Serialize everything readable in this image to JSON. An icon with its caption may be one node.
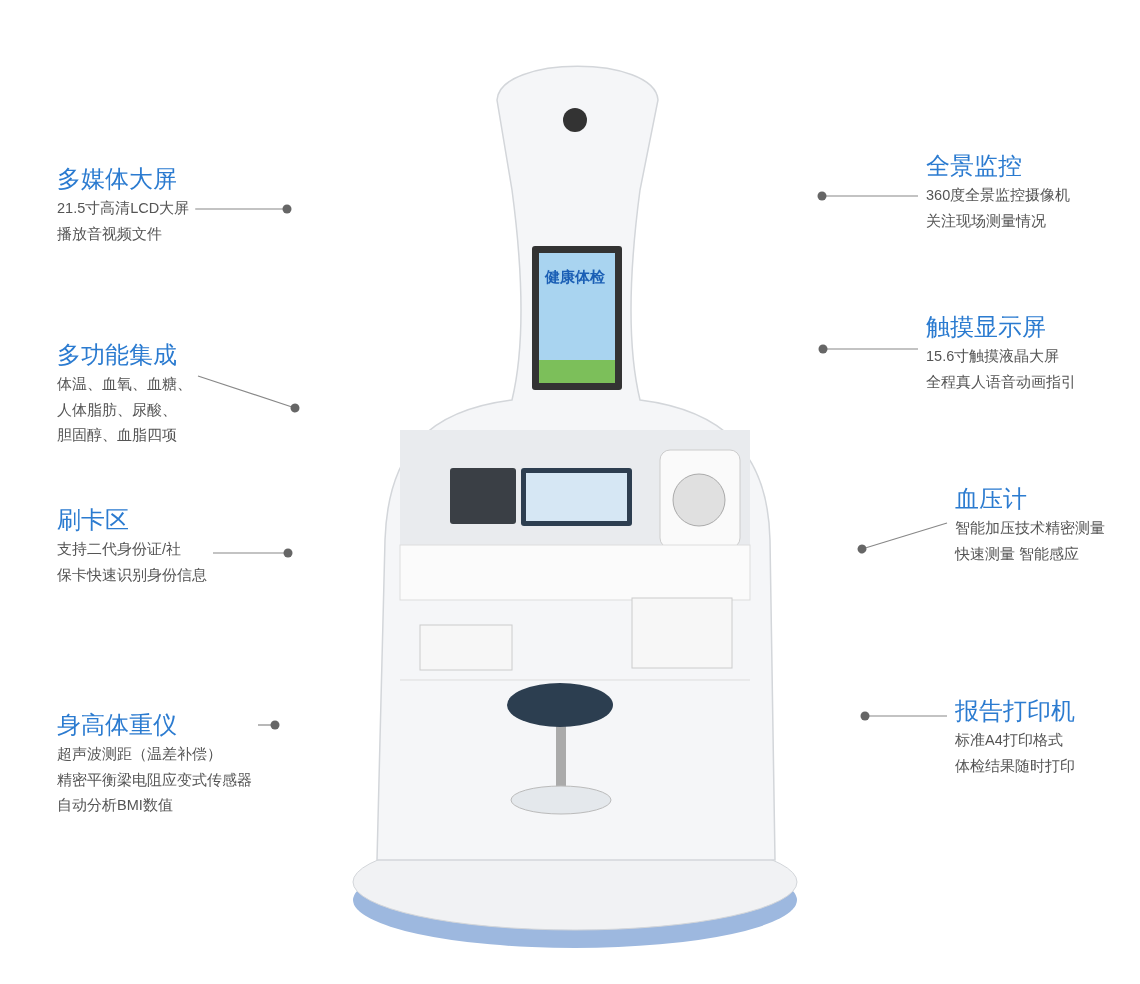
{
  "diagram": {
    "nodes": [
      {
        "text": [
          "多媒体大屏",
          "21.5寸高清LCD大屏",
          "播放音视频文件"
        ]
      },
      {
        "text": [
          "多功能集成",
          "体温、血氧、血糖、",
          "人体脂肪、尿酸、",
          "胆固醇、血脂四项"
        ]
      },
      {
        "text": [
          "刷卡区",
          "支持二代身份证/社",
          "保卡快速识别身份信息"
        ]
      },
      {
        "text": [
          "身高体重仪",
          "超声波测距（温差补偿）",
          "精密平衡梁电阻应变式传感器",
          "自动分析BMI数值"
        ]
      },
      {
        "text": [
          "全景监控",
          "360度全景监控摄像机",
          "关注现场测量情况"
        ]
      },
      {
        "text": [
          "触摸显示屏",
          "15.6寸触摸液晶大屏",
          "全程真人语音动画指引"
        ]
      },
      {
        "text": [
          "血压计",
          "智能加压技术精密测量",
          "快速测量 智能感应"
        ]
      },
      {
        "text": [
          "报告打印机",
          "标准A4打印格式",
          "体检结果随时打印"
        ]
      }
    ],
    "edges": [
      {
        "from": 0,
        "to": null,
        "arrow": "other"
      },
      {
        "from": 1,
        "to": null,
        "arrow": "other"
      },
      {
        "from": 2,
        "to": null,
        "arrow": "other"
      },
      {
        "from": 3,
        "to": null,
        "arrow": "other"
      },
      {
        "from": 4,
        "to": null,
        "arrow": "other"
      },
      {
        "from": 5,
        "to": null,
        "arrow": "other"
      },
      {
        "from": 6,
        "to": null,
        "arrow": "other"
      },
      {
        "from": 7,
        "to": null,
        "arrow": "other"
      }
    ],
    "labels": [
      "健康体检"
    ]
  }
}
